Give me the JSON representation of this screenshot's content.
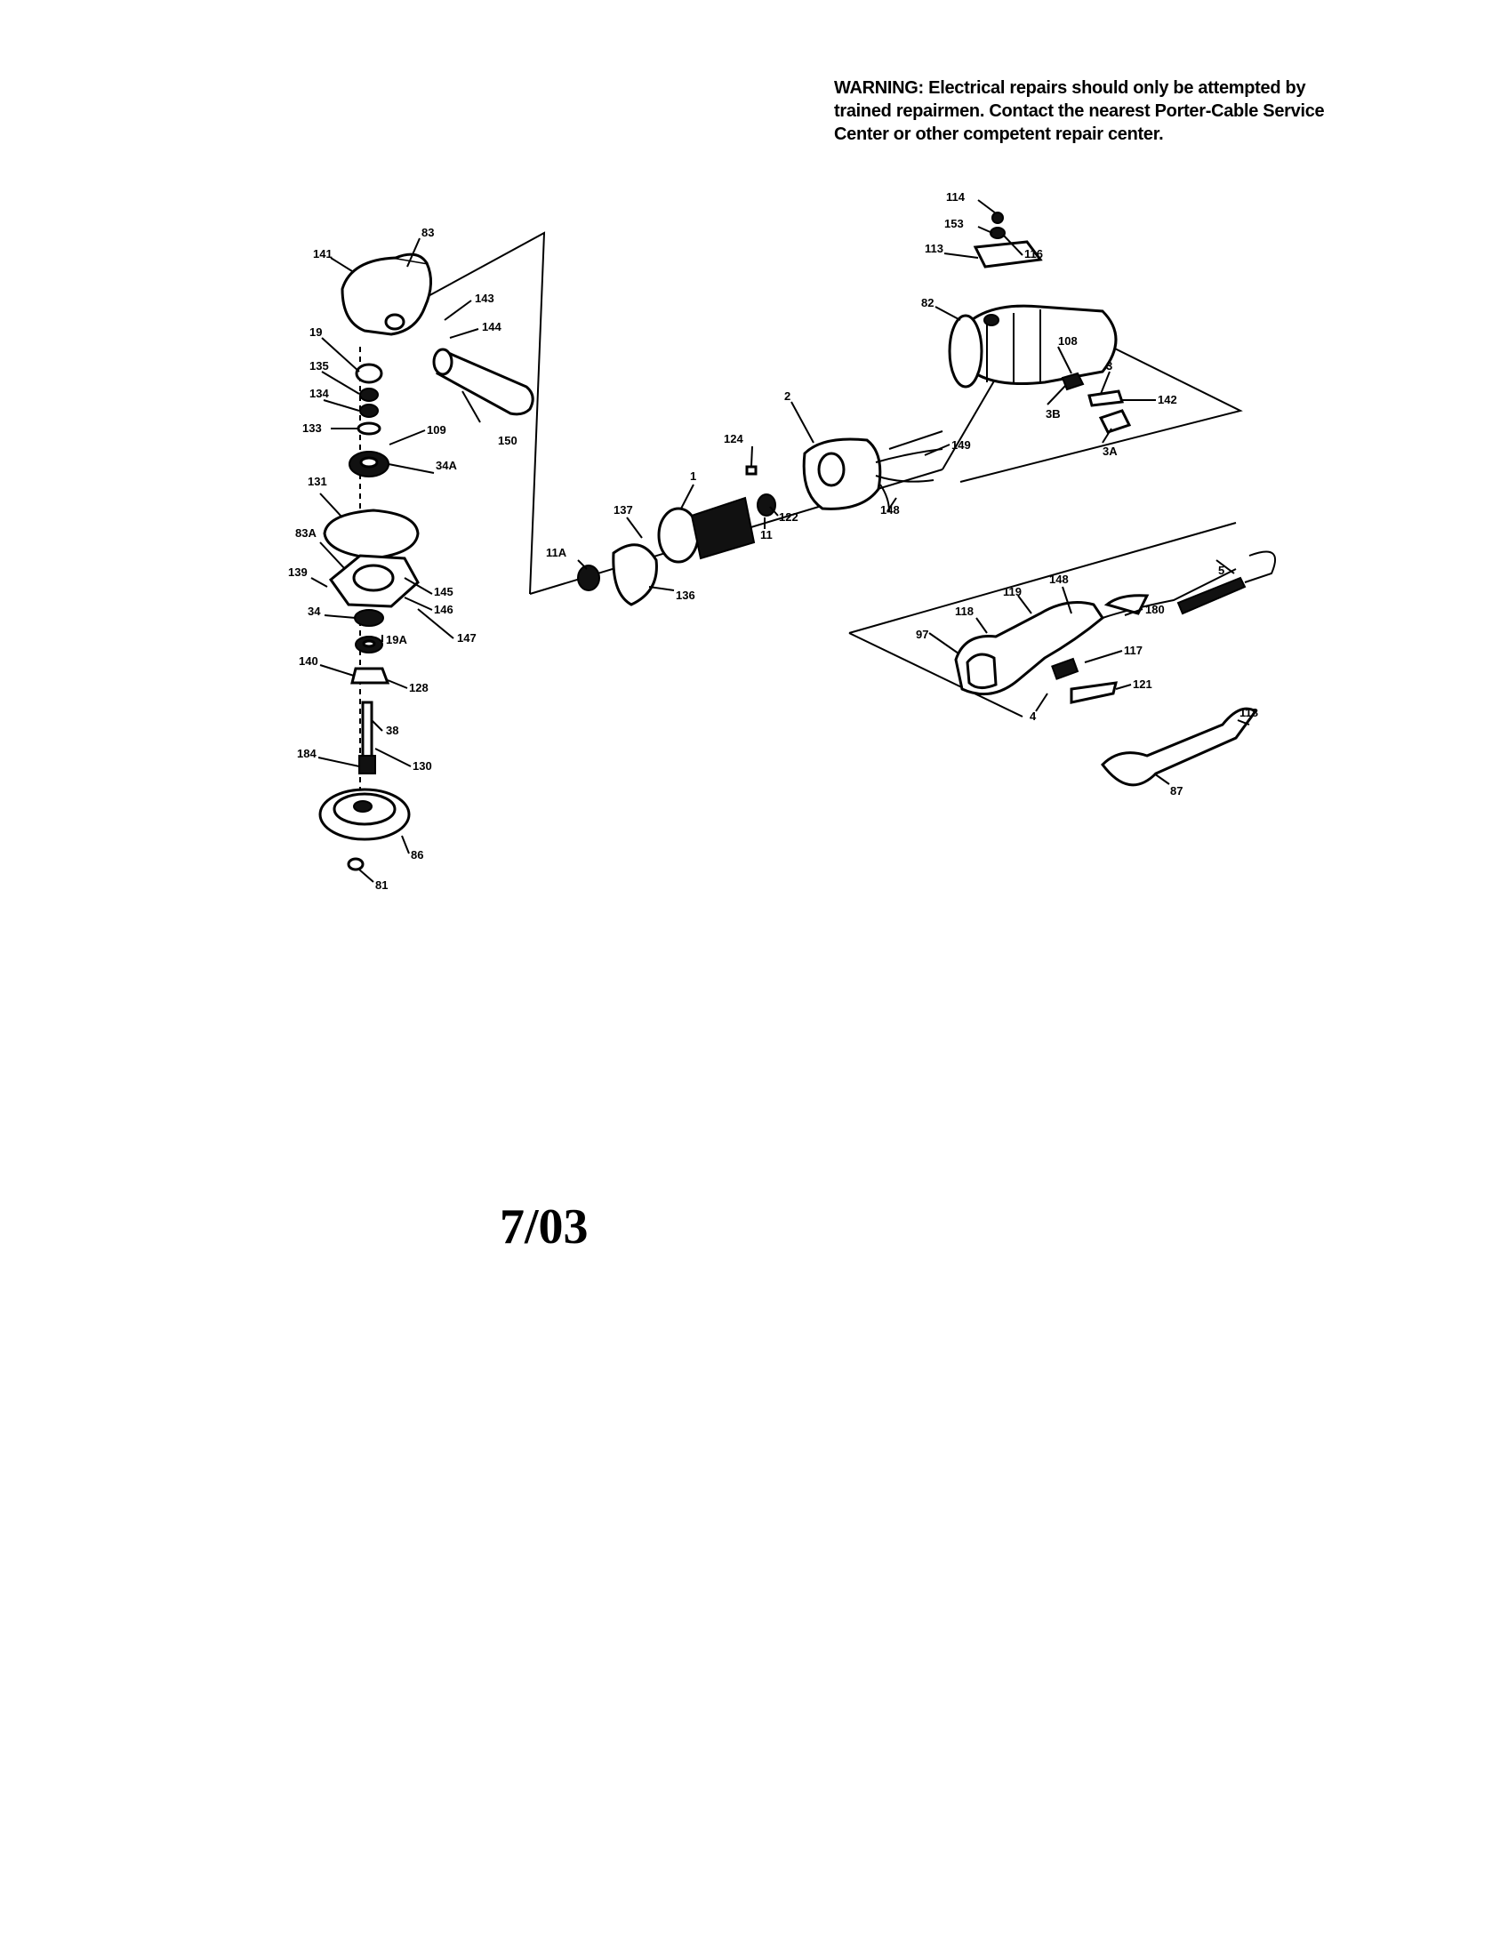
{
  "warning": "WARNING: Electrical repairs should only be attempted by trained repairmen. Contact the nearest Porter-Cable Service Center or other competent repair center.",
  "date": "7/03",
  "labels": [
    {
      "id": "83",
      "text": "83"
    },
    {
      "id": "141",
      "text": "141"
    },
    {
      "id": "143",
      "text": "143"
    },
    {
      "id": "144",
      "text": "144"
    },
    {
      "id": "19",
      "text": "19"
    },
    {
      "id": "135",
      "text": "135"
    },
    {
      "id": "134",
      "text": "134"
    },
    {
      "id": "133",
      "text": "133"
    },
    {
      "id": "109",
      "text": "109"
    },
    {
      "id": "34A",
      "text": "34A"
    },
    {
      "id": "150",
      "text": "150"
    },
    {
      "id": "131",
      "text": "131"
    },
    {
      "id": "83A",
      "text": "83A"
    },
    {
      "id": "139",
      "text": "139"
    },
    {
      "id": "145",
      "text": "145"
    },
    {
      "id": "146",
      "text": "146"
    },
    {
      "id": "147",
      "text": "147"
    },
    {
      "id": "34",
      "text": "34"
    },
    {
      "id": "19A",
      "text": "19A"
    },
    {
      "id": "140",
      "text": "140"
    },
    {
      "id": "128",
      "text": "128"
    },
    {
      "id": "38",
      "text": "38"
    },
    {
      "id": "130",
      "text": "130"
    },
    {
      "id": "184",
      "text": "184"
    },
    {
      "id": "86",
      "text": "86"
    },
    {
      "id": "81",
      "text": "81"
    },
    {
      "id": "114",
      "text": "114"
    },
    {
      "id": "153",
      "text": "153"
    },
    {
      "id": "116",
      "text": "116"
    },
    {
      "id": "113",
      "text": "113"
    },
    {
      "id": "82",
      "text": "82"
    },
    {
      "id": "108",
      "text": "108"
    },
    {
      "id": "3",
      "text": "3"
    },
    {
      "id": "142",
      "text": "142"
    },
    {
      "id": "3B",
      "text": "3B"
    },
    {
      "id": "3A",
      "text": "3A"
    },
    {
      "id": "2",
      "text": "2"
    },
    {
      "id": "149",
      "text": "149"
    },
    {
      "id": "124",
      "text": "124"
    },
    {
      "id": "148",
      "text": "148"
    },
    {
      "id": "122",
      "text": "122"
    },
    {
      "id": "1",
      "text": "1"
    },
    {
      "id": "137",
      "text": "137"
    },
    {
      "id": "11",
      "text": "11"
    },
    {
      "id": "11A",
      "text": "11A"
    },
    {
      "id": "136",
      "text": "136"
    },
    {
      "id": "5",
      "text": "5"
    },
    {
      "id": "119",
      "text": "119"
    },
    {
      "id": "148b",
      "text": "148"
    },
    {
      "id": "180",
      "text": "180"
    },
    {
      "id": "118",
      "text": "118"
    },
    {
      "id": "97",
      "text": "97"
    },
    {
      "id": "117",
      "text": "117"
    },
    {
      "id": "121",
      "text": "121"
    },
    {
      "id": "4",
      "text": "4"
    },
    {
      "id": "118b",
      "text": "118"
    },
    {
      "id": "87",
      "text": "87"
    }
  ]
}
